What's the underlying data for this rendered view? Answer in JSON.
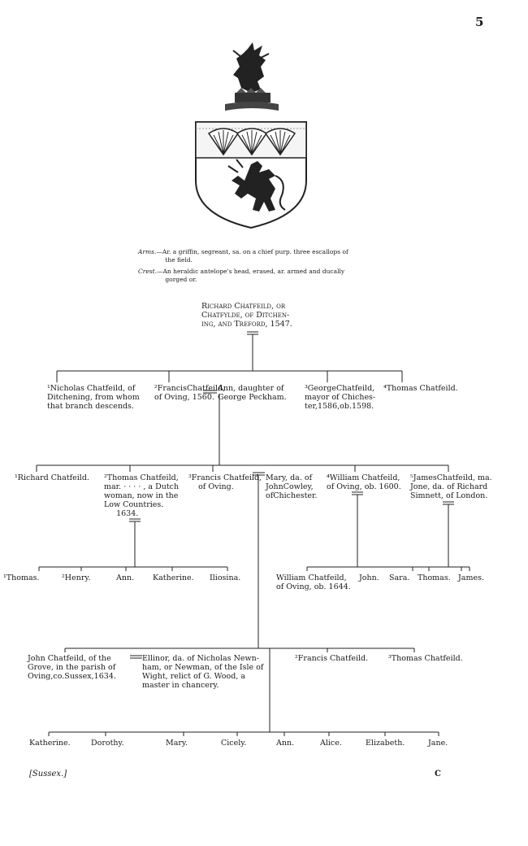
{
  "page": {
    "number": "5",
    "footer_left": "[Sussex.]",
    "footer_right": "C"
  },
  "heraldry": {
    "arms_label": "Arms.",
    "arms_text": "—Ar. a griffin, segreant, sa. on a chief purp. three escallops of\n              the field.",
    "crest_label": "Crest.",
    "crest_text": "—An heraldic antelope's head, erased, ar. armed and ducally\n              gorged or."
  },
  "root": {
    "text": "Richard Chatfeild, or\nChatfylde, of Ditchen-\ning, and Treford, 1547."
  },
  "gen2": [
    {
      "text": "¹Nicholas Chatfeild, of\nDitchening, from whom\nthat branch descends."
    },
    {
      "text": "²FrancisChatfeild,\nof Oving, 1560."
    },
    {
      "text": "Ann, daughter of\nGeorge Peckham."
    },
    {
      "text": "³GeorgeChatfeild,\nmayor of Chiches-\nter,1586,ob.1598."
    },
    {
      "text": "⁴Thomas Chatfeild."
    }
  ],
  "gen3": [
    {
      "text": "¹Richard Chatfeild."
    },
    {
      "text": "²Thomas Chatfeild,\nmar. · · · · , a Dutch\nwoman, now in the\nLow Countries.\n     1634."
    },
    {
      "text": "³Francis Chatfeild,\n    of Oving."
    },
    {
      "text": "Mary, da. of\nJohnCowley,\nofChichester."
    },
    {
      "text": "⁴William Chatfeild,\nof Oving, ob. 1600."
    },
    {
      "text": "⁵JamesChatfeild, ma.\nJone, da. of Richard\nSimnett, of London."
    }
  ],
  "gen4_thomas": [
    {
      "text": "¹Thomas."
    },
    {
      "text": "²Henry."
    },
    {
      "text": "Ann."
    },
    {
      "text": "Katherine."
    },
    {
      "text": "Iliosina."
    }
  ],
  "gen4_william": [
    {
      "text": "William Chatfeild,\nof Oving, ob. 1644."
    },
    {
      "text": "John."
    },
    {
      "text": "Sara."
    }
  ],
  "gen4_james": [
    {
      "text": "Thomas."
    },
    {
      "text": "James."
    }
  ],
  "gen4_francis": [
    {
      "text": "John Chatfeild, of the\nGrove, in the parish of\nOving,co.Sussex,1634."
    },
    {
      "text": "Ellinor, da. of Nicholas Newn-\nham, or Newman, of the Isle of\nWight, relict of G. Wood, a\nmaster in chancery."
    },
    {
      "text": "²Francis Chatfeild."
    },
    {
      "text": "³Thomas Chatfeild."
    }
  ],
  "gen5": [
    {
      "text": "Katherine."
    },
    {
      "text": "Dorothy."
    },
    {
      "text": "Mary."
    },
    {
      "text": "Cicely."
    },
    {
      "text": "Ann."
    },
    {
      "text": "Alice."
    },
    {
      "text": "Elizabeth."
    },
    {
      "text": "Jane."
    }
  ]
}
